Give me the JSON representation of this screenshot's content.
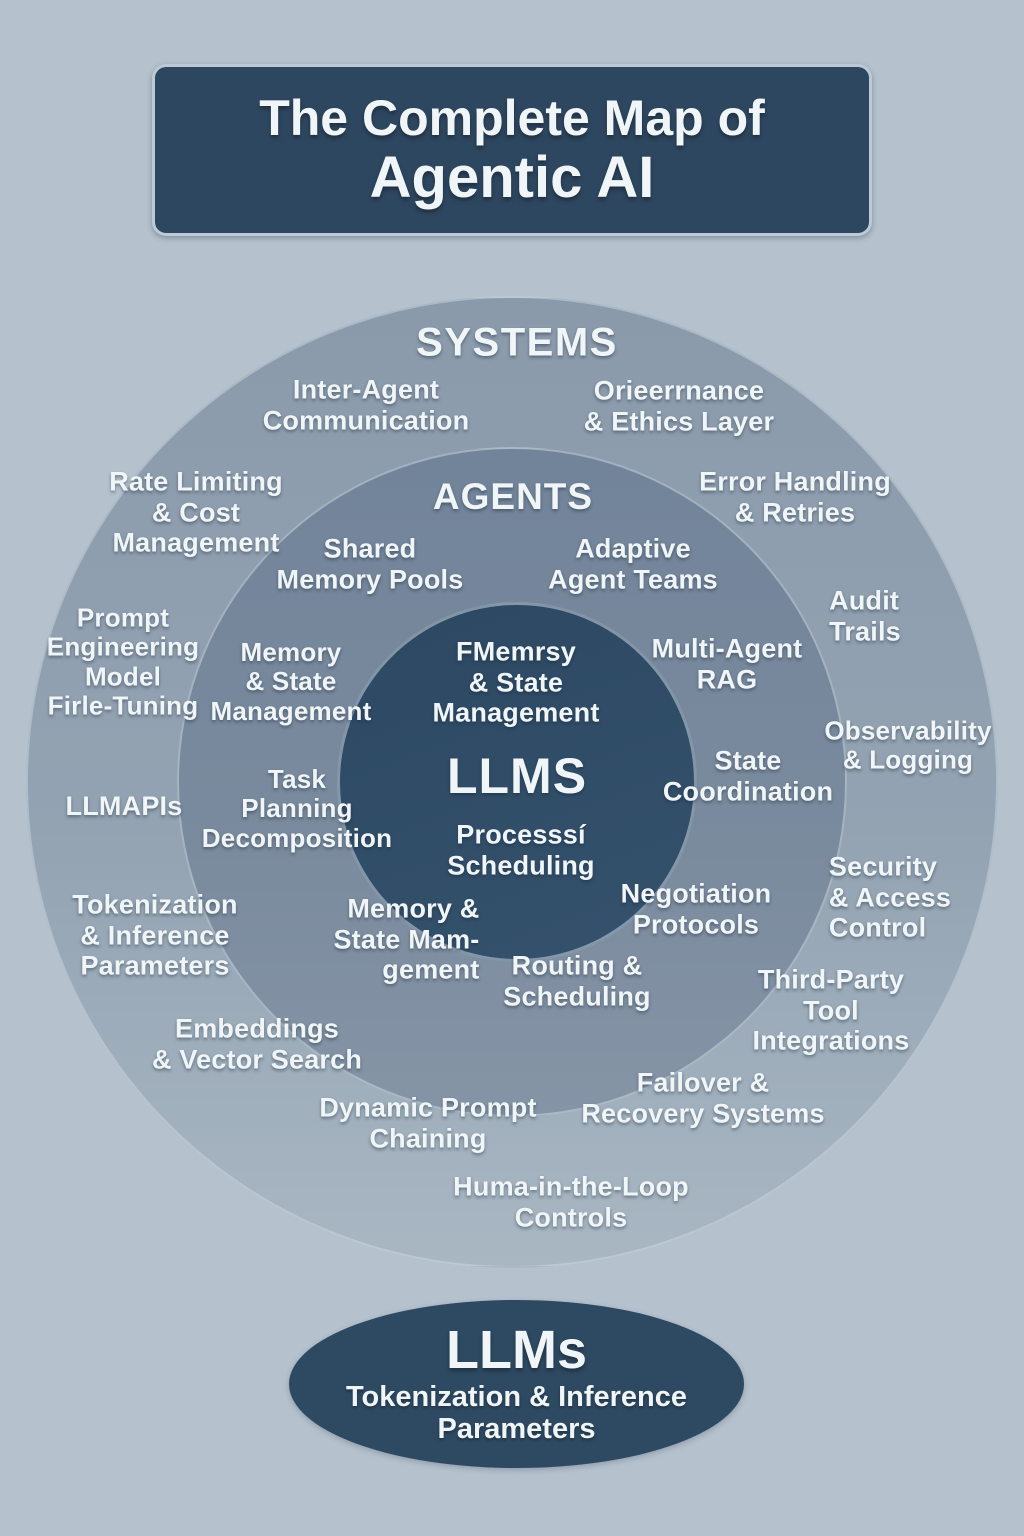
{
  "title": {
    "line1": "The Complete Map of",
    "line2": "Agentic AI"
  },
  "diagram": {
    "outer_ring": {
      "header": "SYSTEMS",
      "labels": {
        "inter_agent_communication": "Inter-Agent\nCommunication",
        "governance_ethics_layer": "Orieerrnance\n& Ethics Layer",
        "rate_limiting_cost_management": "Rate Limiting\n& Cost\nManagement",
        "error_handling_retries": "Error Handling\n& Retries",
        "audit_trails": "Audit\nTrails",
        "prompt_engineering_model_fine_tuning": "Prompt\nEngineering\nModel\nFirle-Tuning",
        "observability_logging": "Observability\n& Logging",
        "llm_apis": "LLMAPIs",
        "security_access_control": "Security\n& Access\nControl",
        "tokenization_inference_parameters": "Tokenization\n& Inference\nParameters",
        "third_party_tool_integrations": "Third-Party\nTool Integrations",
        "embeddings_vector_search": "Embeddings\n& Vector Search",
        "failover_recovery_systems": "Failover &\nRecovery Systems",
        "dynamic_prompt_chaining": "Dynamic Prompt\nChaining",
        "human_in_the_loop_controls": "Huma-in-the-Loop\nControls"
      }
    },
    "middle_ring": {
      "header": "AGENTS",
      "labels": {
        "shared_memory_pools": "Shared\nMemory Pools",
        "adaptive_agent_teams": "Adaptive\nAgent Teams",
        "memory_state_management_left": "Memory\n& State\nManagement",
        "multi_agent_rag": "Multi-Agent\nRAG",
        "task_planning_decomposition": "Task\nPlanning\nDecomposition",
        "state_coordination": "State\nCoordination",
        "negotiation_protocols": "Negotiation\nProtocols",
        "memory_state_mamgement_bottom": "Memory &\nState Mam-\ngement",
        "routing_scheduling": "Routing &\nScheduling"
      }
    },
    "inner_circle": {
      "header": "LLMS",
      "labels": {
        "memory_state_management": "FMemrsy\n& State\nManagement",
        "process_scheduling": "Processsí\nScheduling"
      }
    }
  },
  "footer": {
    "title": "LLMs",
    "subtitle": "Tokenization & Inference\nParameters"
  },
  "colors": {
    "background": "#b5c2ce",
    "outer_ring": "#8d9cab",
    "middle_ring": "#77889b",
    "inner_circle": "#2e4a63",
    "panel": "#2e4760",
    "text": "#f0f5f8"
  }
}
